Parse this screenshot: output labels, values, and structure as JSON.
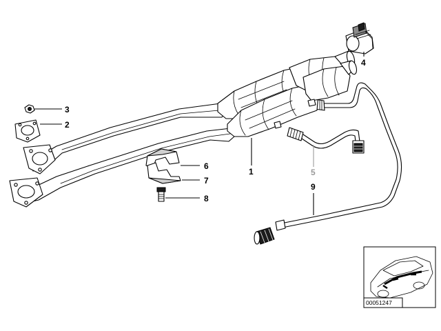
{
  "diagram": {
    "callouts": [
      {
        "id": "c1",
        "label": "1"
      },
      {
        "id": "c2",
        "label": "2"
      },
      {
        "id": "c3",
        "label": "3"
      },
      {
        "id": "c4",
        "label": "4"
      },
      {
        "id": "c5",
        "label": "5"
      },
      {
        "id": "c6",
        "label": "6"
      },
      {
        "id": "c7",
        "label": "7"
      },
      {
        "id": "c8",
        "label": "8"
      },
      {
        "id": "c9",
        "label": "9"
      }
    ],
    "thumbnail": {
      "part_number": "00051247"
    },
    "colors": {
      "line": "#000000",
      "muted_callout": "#9a9a9a",
      "background": "#ffffff"
    }
  }
}
